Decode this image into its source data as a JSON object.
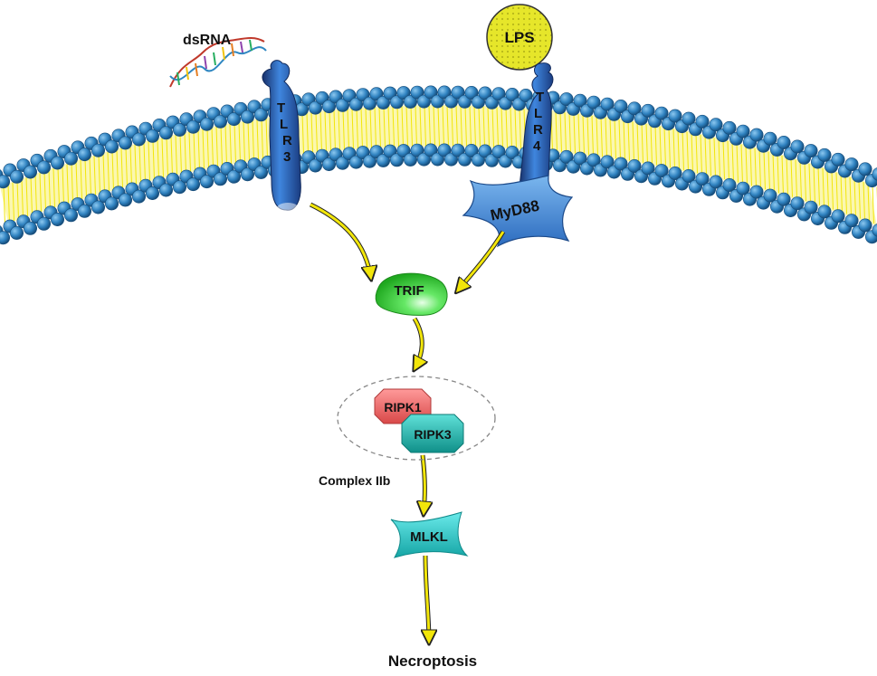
{
  "labels": {
    "dsrna": "dsRNA",
    "lps": "LPS",
    "tlr3": [
      "T",
      "L",
      "R",
      "3"
    ],
    "tlr4": [
      "T",
      "L",
      "R",
      "4"
    ],
    "myd88": "MyD88",
    "trif": "TRIF",
    "ripk1": "RIPK1",
    "ripk3": "RIPK3",
    "complex": "Complex IIb",
    "mlkl": "MLKL",
    "outcome": "Necroptosis"
  },
  "colors": {
    "lipid_head": "#2f82c0",
    "lipid_tail": "#f2e60a",
    "receptor": "#2a5fb0",
    "myd88": "#4f8fd6",
    "trif": "#4fd64f",
    "ripk1": "#ef6f6f",
    "ripk3": "#1fb8b0",
    "mlkl": "#22c5c5",
    "lps": "#e6e62a",
    "arrow": "#f2e60a"
  }
}
